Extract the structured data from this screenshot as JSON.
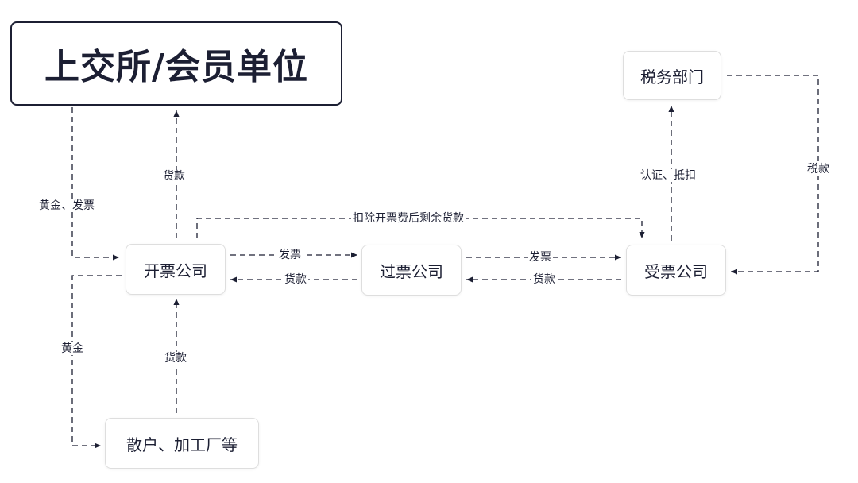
{
  "nodes": {
    "exchange": "上交所/会员单位",
    "tax": "税务部门",
    "issuer": "开票公司",
    "transit": "过票公司",
    "receiver": "受票公司",
    "retail": "散户、加工厂等"
  },
  "labels": {
    "gold_invoice": "黄金、发票",
    "payment_up": "货款",
    "deduct_remaining": "扣除开票费后剩余货款",
    "invoice_1": "发票",
    "payment_1": "货款",
    "invoice_2": "发票",
    "payment_2": "货款",
    "auth_deduct": "认证、抵扣",
    "tax_payment": "税款",
    "gold": "黄金",
    "payment_retail": "货款"
  }
}
